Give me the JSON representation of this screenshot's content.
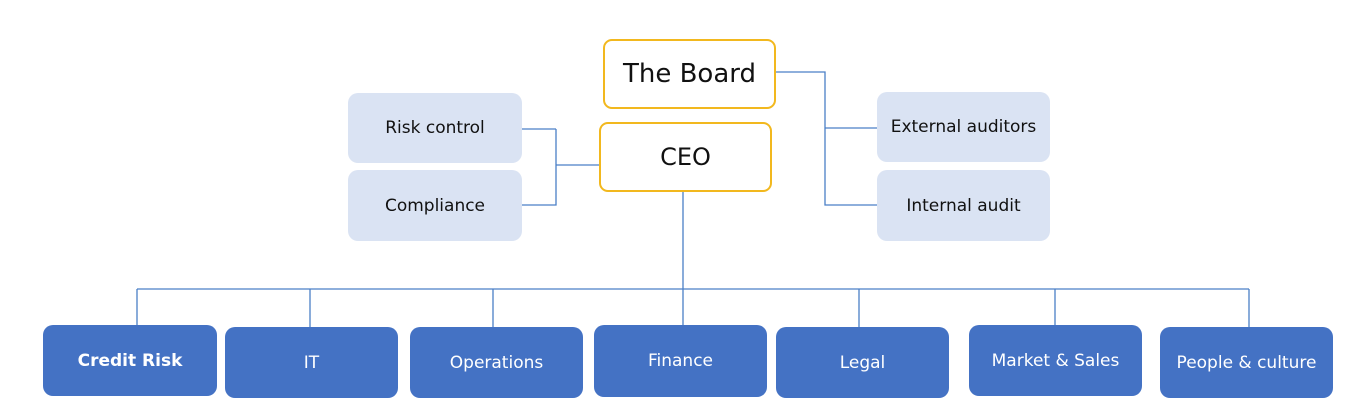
{
  "board": {
    "label": "The Board"
  },
  "ceo": {
    "label": "CEO"
  },
  "staff_left": [
    {
      "label": "Risk control"
    },
    {
      "label": "Compliance"
    }
  ],
  "staff_right": [
    {
      "label": "External auditors"
    },
    {
      "label": "Internal audit"
    }
  ],
  "departments": [
    {
      "label": "Credit Risk"
    },
    {
      "label": "IT"
    },
    {
      "label": "Operations"
    },
    {
      "label": "Finance"
    },
    {
      "label": "Legal"
    },
    {
      "label": "Market & Sales"
    },
    {
      "label": "People & culture"
    }
  ],
  "colors": {
    "executive_border": "#f2b81e",
    "staff_fill": "#dae3f3",
    "department_fill": "#4472c4",
    "connector": "#4a7fc6"
  }
}
